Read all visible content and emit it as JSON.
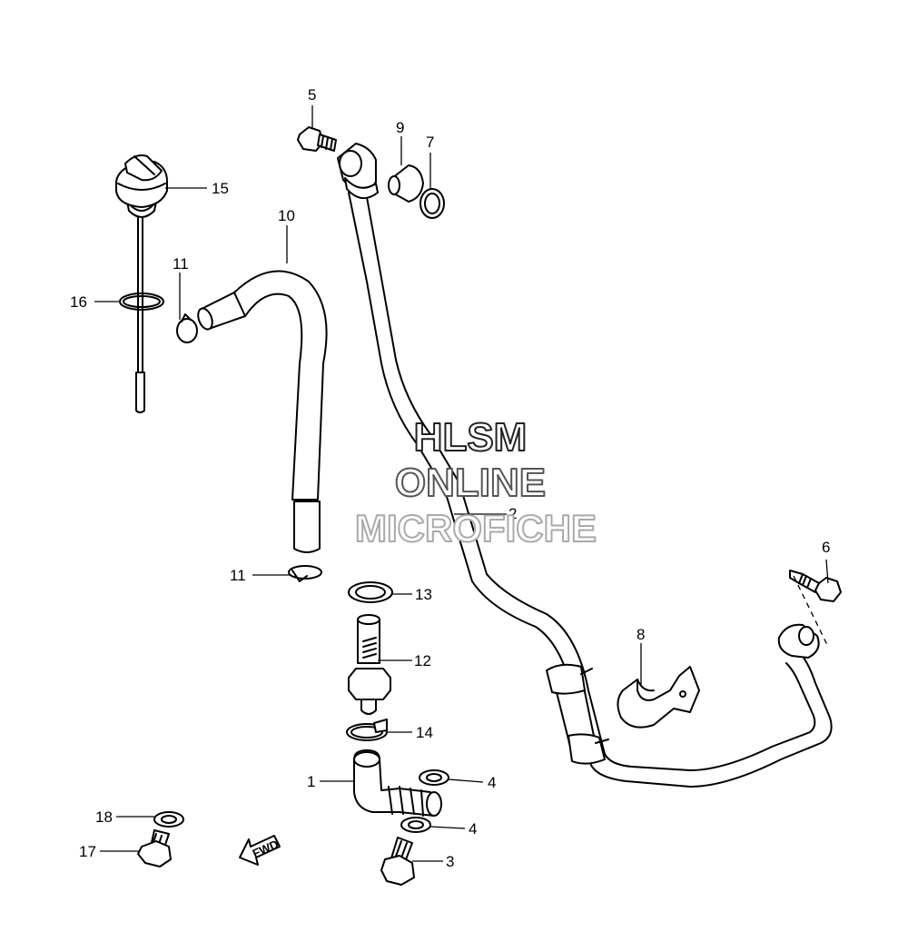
{
  "callouts": {
    "c1": "1",
    "c2": "2",
    "c3": "3",
    "c4a": "4",
    "c4b": "4",
    "c5": "5",
    "c6": "6",
    "c7": "7",
    "c8": "8",
    "c9": "9",
    "c10": "10",
    "c11a": "11",
    "c11b": "11",
    "c12": "12",
    "c13": "13",
    "c14": "14",
    "c15": "15",
    "c16": "16",
    "c17": "17",
    "c18": "18"
  },
  "watermark": {
    "line1": "HLSM",
    "line2": "ONLINE",
    "line3": "MICROFICHE"
  },
  "fwd_label": "FWD"
}
